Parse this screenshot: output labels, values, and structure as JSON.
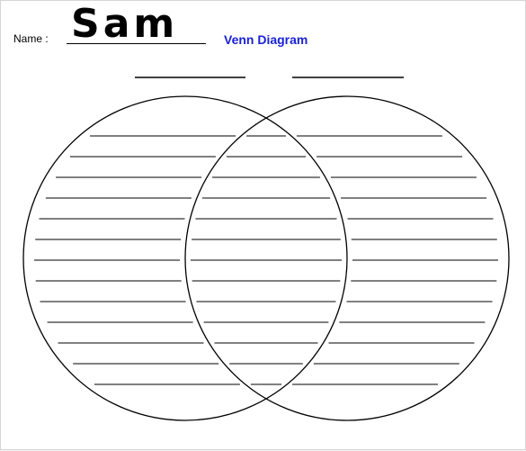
{
  "header": {
    "name_label": "Name :",
    "name_value": "Sam",
    "title": "Venn Diagram"
  },
  "colors": {
    "title": "#1a22d6",
    "ink": "#000000",
    "paper": "#ffffff"
  }
}
